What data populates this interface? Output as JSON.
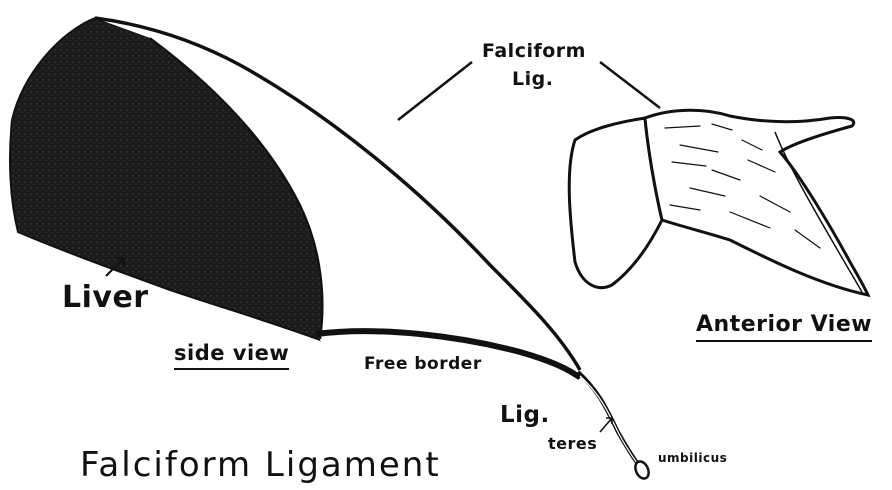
{
  "labels": {
    "falciform_lig_line1": "Falciform",
    "falciform_lig_line2": "Lig.",
    "liver": "Liver",
    "side_view": "side view",
    "free_border": "Free border",
    "lig": "Lig.",
    "teres": "teres",
    "umbilicus": "umbilicus",
    "anterior_view": "Anterior View",
    "title": "Falciform Ligament"
  },
  "colors": {
    "ink": "#111111",
    "liver_fill": "#1b1b1b",
    "paper": "#ffffff"
  }
}
